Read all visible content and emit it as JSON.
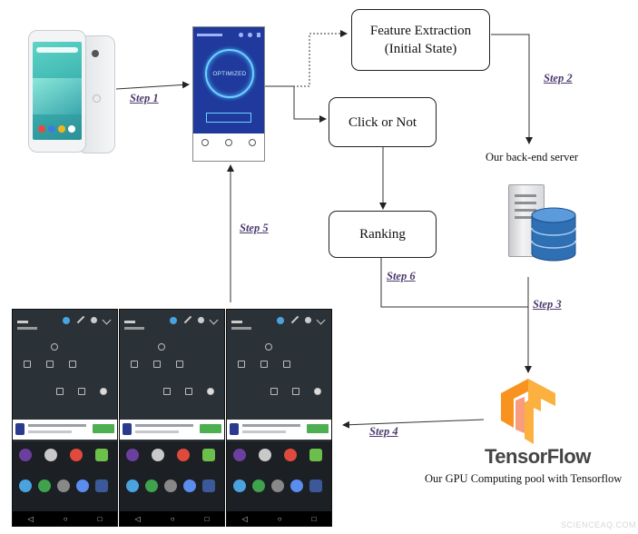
{
  "boxes": {
    "feature_extraction_line1": "Feature Extraction",
    "feature_extraction_line2": "(Initial State)",
    "click_or_not": "Click or Not",
    "ranking": "Ranking"
  },
  "steps": {
    "step1": "Step 1",
    "step2": "Step 2",
    "step3": "Step 3",
    "step4": "Step 4",
    "step5": "Step 5",
    "step6": "Step 6"
  },
  "captions": {
    "server": "Our back-end server",
    "gpu_pool": "Our GPU Computing pool with Tensorflow",
    "tensorflow_logo": "TensorFlow"
  },
  "optimizer_app": {
    "status": "OPTIMIZED"
  },
  "watermark": "SCIENCEAQ.COM",
  "colors": {
    "step_label": "#4b3a6e",
    "tensorflow_orange": "#f7931e",
    "database_blue": "#2f6fb3",
    "app_blue": "#1f3a9c"
  }
}
